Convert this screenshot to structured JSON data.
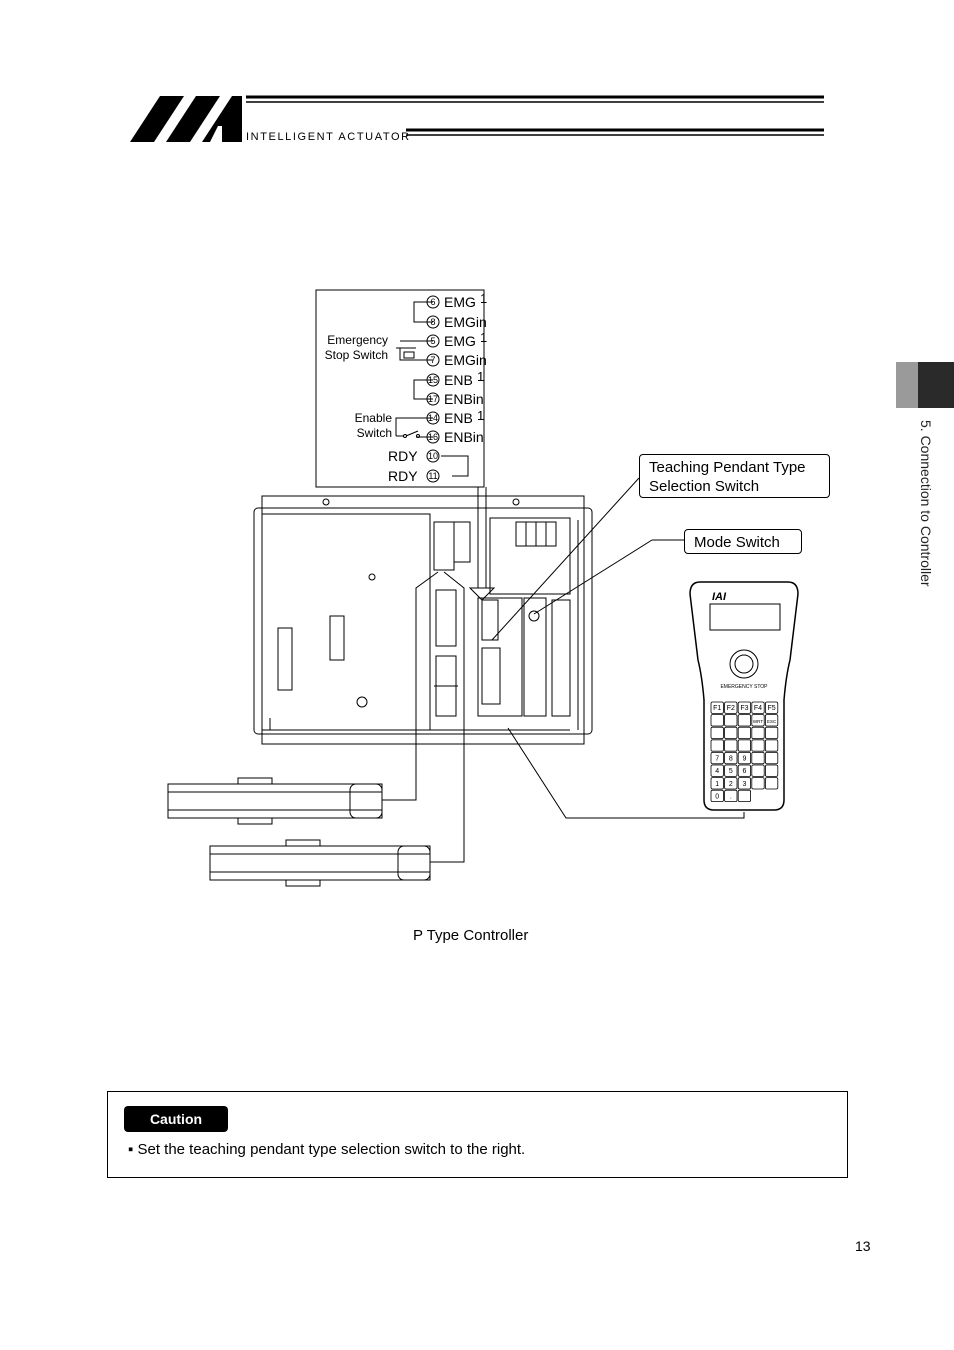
{
  "header": {
    "brand_logo": "IAI",
    "brand_text": "INTELLIGENT ACTUATOR"
  },
  "side_tab": {
    "label": "5. Connection to Controller"
  },
  "diagram": {
    "terminals": [
      {
        "num": "6",
        "name": "EMG",
        "note": "1"
      },
      {
        "num": "8",
        "name": "EMGin",
        "note": ""
      },
      {
        "num": "5",
        "name": "EMG",
        "note": "1"
      },
      {
        "num": "7",
        "name": "EMGin",
        "note": ""
      },
      {
        "num": "15",
        "name": "ENB",
        "note": "1"
      },
      {
        "num": "17",
        "name": "ENBin",
        "note": ""
      },
      {
        "num": "14",
        "name": "ENB",
        "note": "1"
      },
      {
        "num": "16",
        "name": "ENBin",
        "note": ""
      },
      {
        "num": "10",
        "name": "RDY",
        "note": ""
      },
      {
        "num": "11",
        "name": "RDY",
        "note": ""
      }
    ],
    "labels": {
      "emergency_stop_line1": "Emergency",
      "emergency_stop_line2": "Stop Switch",
      "enable_line1": "Enable",
      "enable_line2": "Switch"
    },
    "callouts": {
      "teaching_pendant_line1": "Teaching Pendant Type",
      "teaching_pendant_line2": "Selection Switch",
      "mode_switch": "Mode Switch"
    },
    "pendant": {
      "brand": "IAI",
      "emergency_label": "EMERGENCY STOP",
      "keys": [
        "F1",
        "F2",
        "F3",
        "F4",
        "F5",
        "",
        "",
        "",
        "WRT",
        "ESC",
        "",
        "",
        "",
        "",
        "",
        "",
        "",
        "",
        "",
        "",
        "7",
        "8",
        "9",
        "",
        "",
        "4",
        "5",
        "6",
        "",
        "",
        "1",
        "2",
        "3",
        "",
        "",
        "0",
        ".",
        ""
      ]
    },
    "caption": "P Type Controller"
  },
  "caution": {
    "badge": "Caution",
    "text": "▪  Set the teaching pendant type selection switch to the right."
  },
  "page_number": "13"
}
